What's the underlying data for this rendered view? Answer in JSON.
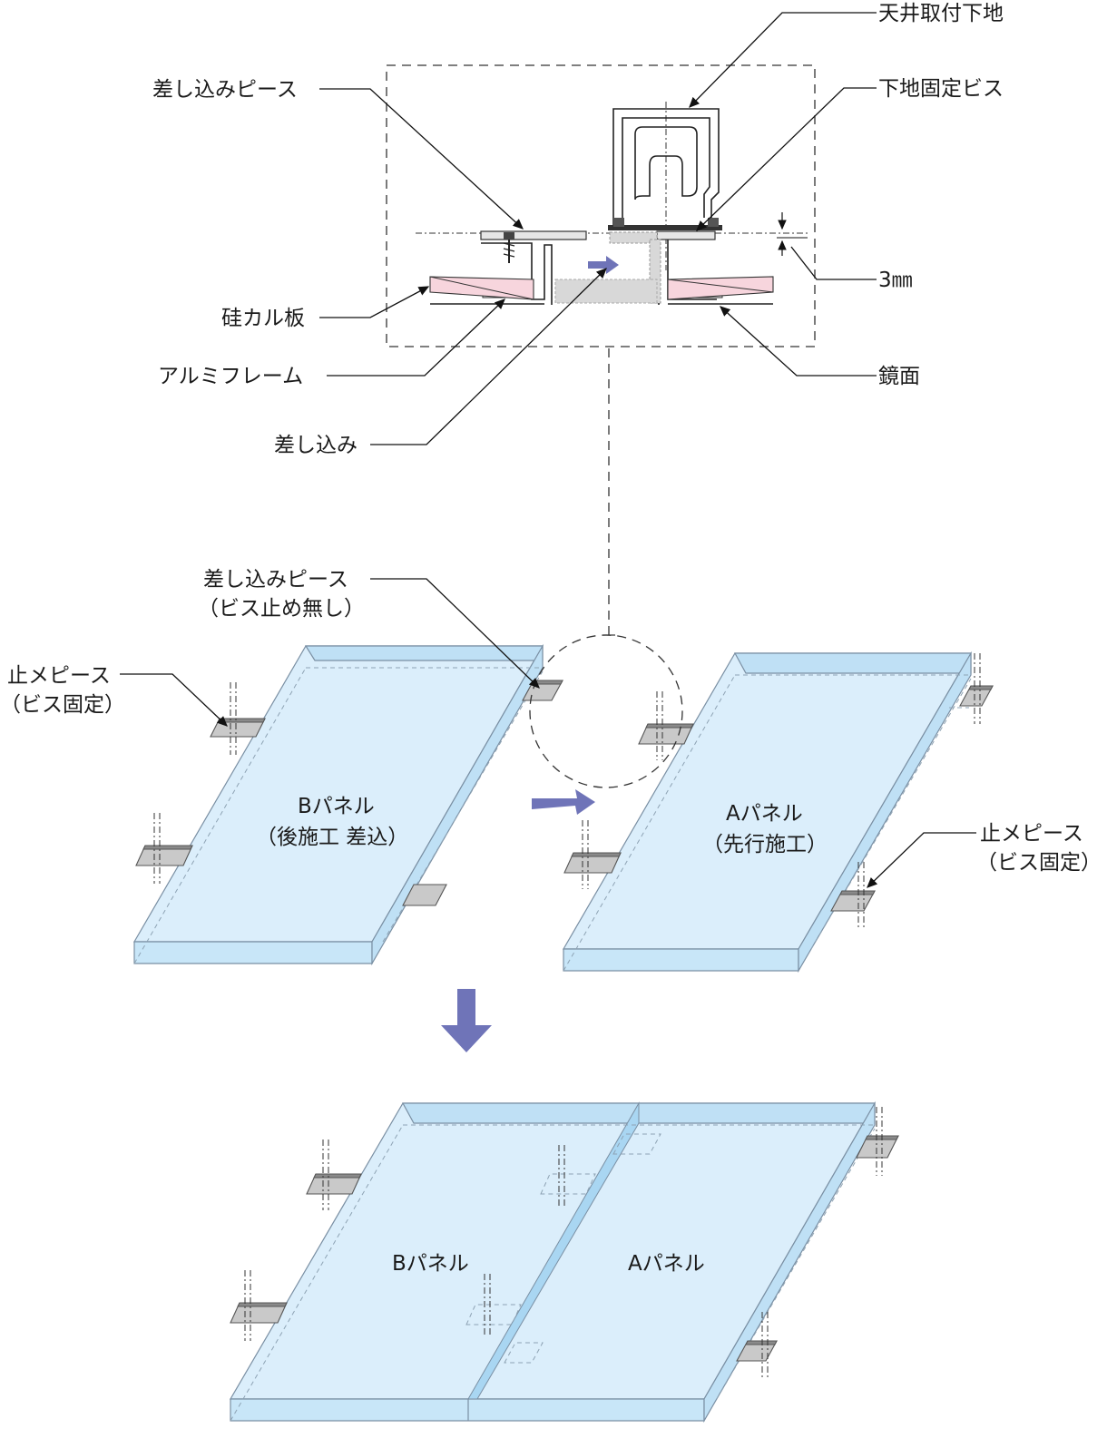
{
  "detail_labels": {
    "ceiling_base": "天井取付下地",
    "insert_piece": "差し込みピース",
    "base_fix_screw": "下地固定ビス",
    "gap": "3㎜",
    "silicate_board": "硅カル板",
    "aluminum_frame": "アルミフレーム",
    "mirror": "鏡面",
    "insert": "差し込み"
  },
  "panel_labels": {
    "insert_piece_line1": "差し込みピース",
    "insert_piece_line2": "（ビス止め無し）",
    "stop_piece_left_line1": "止メピース",
    "stop_piece_left_line2": "（ビス固定）",
    "stop_piece_right_line1": "止メピース",
    "stop_piece_right_line2": "（ビス固定）",
    "b_panel_name": "Bパネル",
    "b_panel_note": "（後施工 差込）",
    "a_panel_name": "Aパネル",
    "a_panel_note": "（先行施工）",
    "b_panel_assembled": "Bパネル",
    "a_panel_assembled": "Aパネル"
  },
  "colors": {
    "panel_face": "#dbeefb",
    "panel_edge": "#bfe0f5",
    "arrow": "#6f74b8",
    "board_pink": "#f7d5dd",
    "insert_gray": "#d8d8d8"
  }
}
